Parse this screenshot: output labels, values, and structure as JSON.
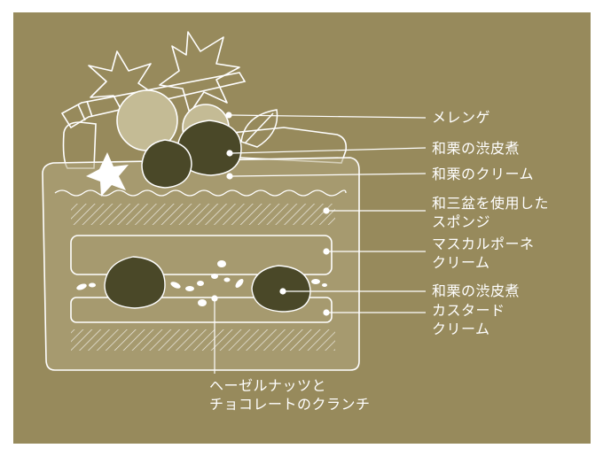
{
  "colors": {
    "background": "#978a5c",
    "cream": "#b3a880",
    "chestnut": "#4a4828",
    "line": "#ffffff"
  },
  "labels": {
    "meringue": "メレンゲ",
    "chestnut_top": "和栗の渋皮煮",
    "chestnut_cream": "和栗のクリーム",
    "sponge": [
      "和三盆を使用した",
      "スポンジ"
    ],
    "mascarpone": [
      "マスカルポーネ",
      "クリーム"
    ],
    "chestnut_inner": "和栗の渋皮煮",
    "custard": [
      "カスタード",
      "クリーム"
    ],
    "crunch": [
      "ヘーゼルナッツと",
      "チョコレートのクランチ"
    ]
  }
}
